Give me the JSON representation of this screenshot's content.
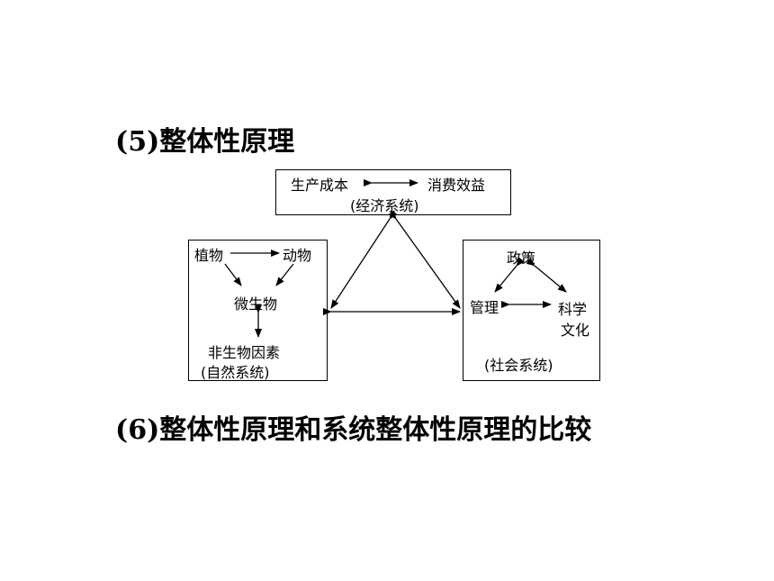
{
  "headings": {
    "h5": "(5)整体性原理",
    "h6": "(6)整体性原理和系统整体性原理的比较"
  },
  "economic": {
    "production_cost": "生产成本",
    "consumption_benefit": "消费效益",
    "system_label": "(经济系统)"
  },
  "natural": {
    "plants": "植物",
    "animals": "动物",
    "microbes": "微生物",
    "abiotic": "非生物因素",
    "system_label": "(自然系统)"
  },
  "social": {
    "policy": "政策",
    "management": "管理",
    "science": "科学",
    "culture": "文化",
    "system_label": "(社会系统)"
  }
}
